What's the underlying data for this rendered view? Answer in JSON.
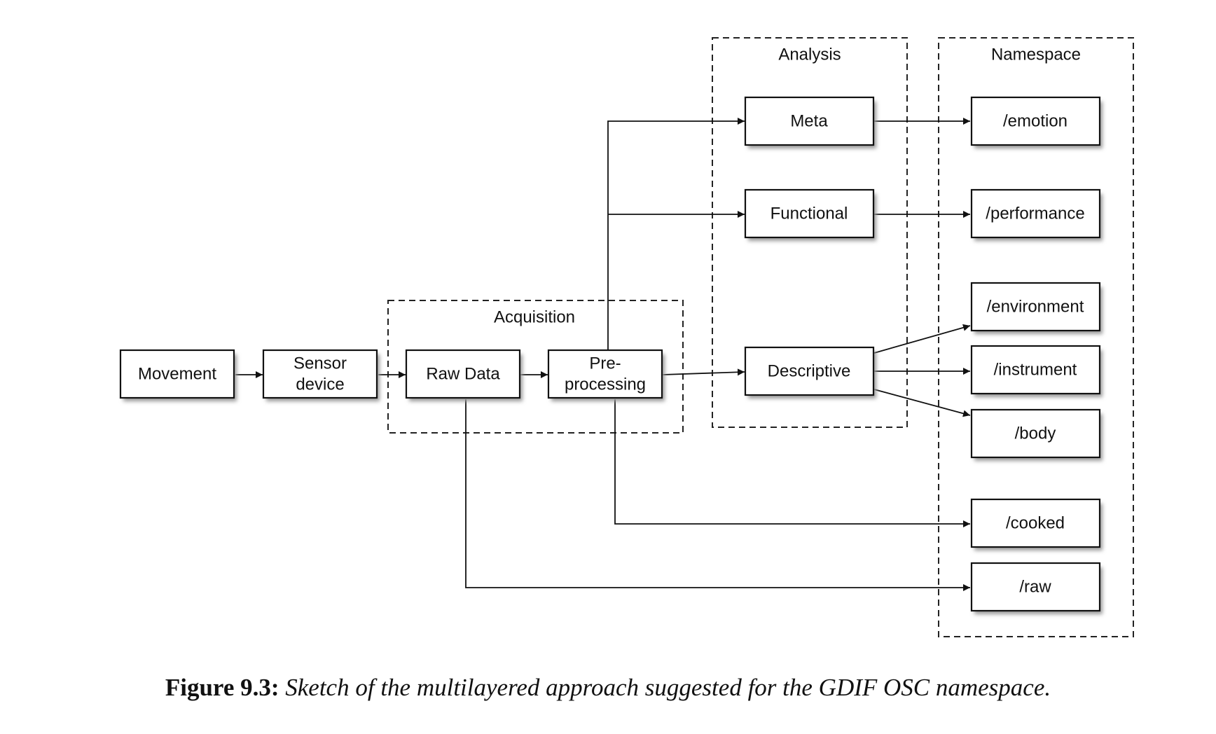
{
  "groups": {
    "acquisition": "Acquisition",
    "analysis": "Analysis",
    "namespace": "Namespace"
  },
  "nodes": {
    "movement": [
      "Movement"
    ],
    "sensor": [
      "Sensor",
      "device"
    ],
    "raw_data": [
      "Raw Data"
    ],
    "preprocessing": [
      "Pre-",
      "processing"
    ],
    "meta": [
      "Meta"
    ],
    "functional": [
      "Functional"
    ],
    "descriptive": [
      "Descriptive"
    ],
    "emotion": [
      "/emotion"
    ],
    "performance": [
      "/performance"
    ],
    "environment": [
      "/environment"
    ],
    "instrument": [
      "/instrument"
    ],
    "body": [
      "/body"
    ],
    "cooked": [
      "/cooked"
    ],
    "raw": [
      "/raw"
    ]
  },
  "edges": [
    [
      "movement",
      "sensor"
    ],
    [
      "sensor",
      "raw_data"
    ],
    [
      "raw_data",
      "preprocessing"
    ],
    [
      "preprocessing",
      "meta"
    ],
    [
      "preprocessing",
      "functional"
    ],
    [
      "preprocessing",
      "descriptive"
    ],
    [
      "meta",
      "emotion"
    ],
    [
      "functional",
      "performance"
    ],
    [
      "descriptive",
      "environment"
    ],
    [
      "descriptive",
      "instrument"
    ],
    [
      "descriptive",
      "body"
    ],
    [
      "preprocessing",
      "cooked"
    ],
    [
      "raw_data",
      "raw"
    ]
  ],
  "caption": {
    "label": "Figure 9.3:",
    "text": "Sketch of the multilayered approach suggested for the GDIF OSC namespace."
  }
}
